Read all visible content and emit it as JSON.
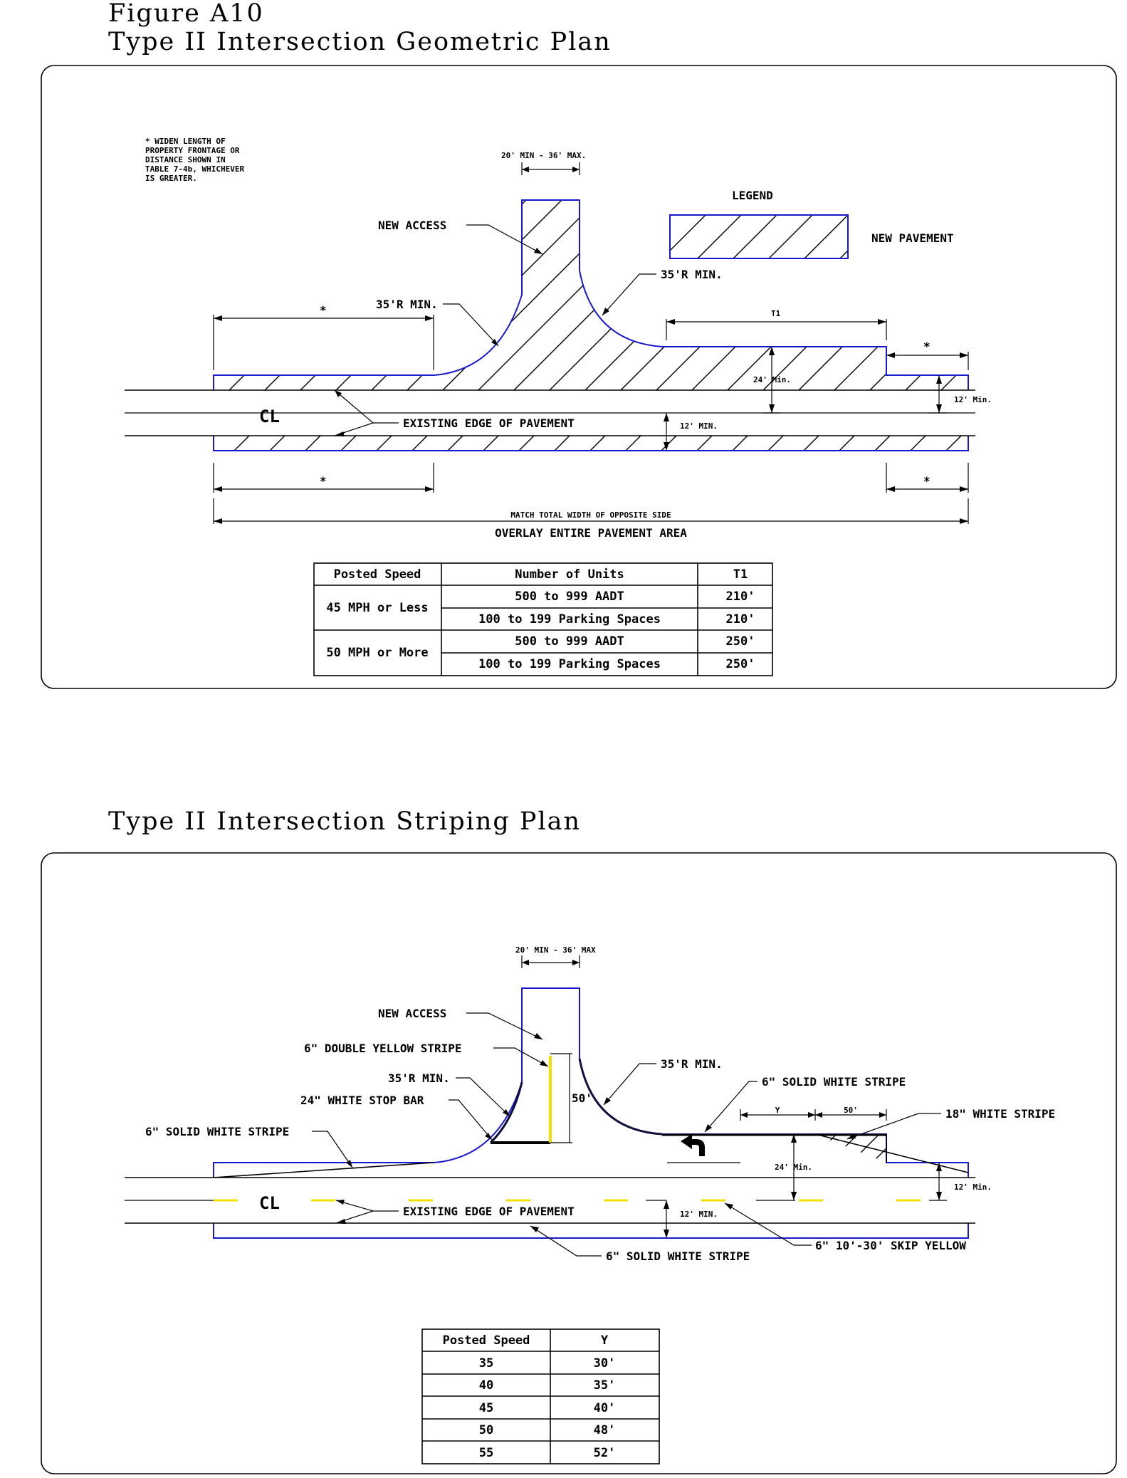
{
  "figure_label": "Figure A10",
  "geometric": {
    "title": "Type II Intersection Geometric Plan",
    "widen_note": [
      "* WIDEN LENGTH OF",
      "PROPERTY FRONTAGE OR",
      "DISTANCE SHOWN IN",
      "TABLE 7-4b, WHICHEVER",
      "IS GREATER."
    ],
    "access_width": "20' MIN - 36' MAX.",
    "legend_title": "LEGEND",
    "legend_item": "NEW PAVEMENT",
    "new_access": "NEW ACCESS",
    "radius_left": "35'R MIN.",
    "radius_right": "35'R MIN.",
    "t1": "T1",
    "star": "*",
    "width_24": "24' Min.",
    "width_12_right": "12' Min.",
    "width_12_center": "12' MIN.",
    "centerline": "CL",
    "existing_edge": "EXISTING EDGE OF PAVEMENT",
    "match_width": "MATCH TOTAL WIDTH OF OPPOSITE SIDE",
    "overlay": "OVERLAY ENTIRE PAVEMENT AREA",
    "table": {
      "headers": [
        "Posted Speed",
        "Number of Units",
        "T1"
      ],
      "groups": [
        {
          "speed": "45 MPH or Less",
          "rows": [
            {
              "units": "500 to 999 AADT",
              "t1": "210'"
            },
            {
              "units": "100 to 199 Parking Spaces",
              "t1": "210'"
            }
          ]
        },
        {
          "speed": "50 MPH or More",
          "rows": [
            {
              "units": "500 to 999 AADT",
              "t1": "250'"
            },
            {
              "units": "100 to 199 Parking Spaces",
              "t1": "250'"
            }
          ]
        }
      ]
    }
  },
  "striping": {
    "title": "Type II Intersection Striping Plan",
    "access_width": "20' MIN - 36' MAX",
    "new_access": "NEW ACCESS",
    "double_yellow": "6\" DOUBLE YELLOW STRIPE",
    "radius_left": "35'R MIN.",
    "radius_right": "35'R MIN.",
    "stop_bar": "24\" WHITE STOP BAR",
    "solid_white_left": "6\" SOLID WHITE STRIPE",
    "solid_white_right": "6\" SOLID WHITE STRIPE",
    "solid_white_bottom": "6\" SOLID WHITE STRIPE",
    "fifty": "50'",
    "y": "Y",
    "fifty_small": "50'",
    "white_18": "18\" WHITE STRIPE",
    "width_24": "24' Min.",
    "width_12_right": "12' Min.",
    "width_12_center": "12' MIN.",
    "centerline": "CL",
    "existing_edge": "EXISTING EDGE OF PAVEMENT",
    "skip_yellow": "6\" 10'-30' SKIP YELLOW",
    "table": {
      "headers": [
        "Posted Speed",
        "Y"
      ],
      "rows": [
        {
          "speed": "35",
          "y": "30'"
        },
        {
          "speed": "40",
          "y": "35'"
        },
        {
          "speed": "45",
          "y": "40'"
        },
        {
          "speed": "50",
          "y": "48'"
        },
        {
          "speed": "55",
          "y": "52'"
        }
      ]
    }
  }
}
